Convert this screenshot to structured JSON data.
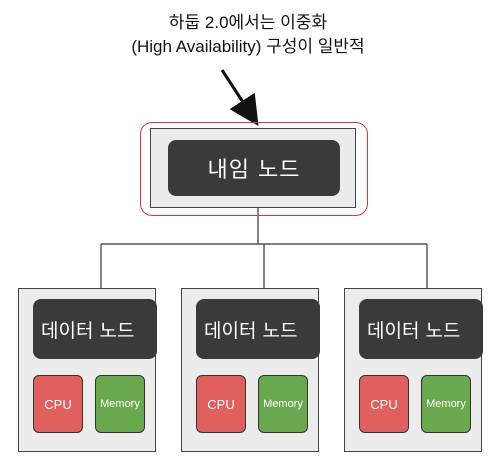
{
  "annotation": {
    "line1": "하둡 2.0에서는 이중화",
    "line2": "(High Availability) 구성이 일반적"
  },
  "name_node": {
    "label": "내임 노드"
  },
  "data_nodes": [
    {
      "label": "데이터 노드",
      "cpu": "CPU",
      "memory": "Memory"
    },
    {
      "label": "데이터 노드",
      "cpu": "CPU",
      "memory": "Memory"
    },
    {
      "label": "데이터 노드",
      "cpu": "CPU",
      "memory": "Memory"
    }
  ],
  "colors": {
    "highlight": "#e0363c",
    "node_dark": "#3a3a3a",
    "cpu": "#e06060",
    "memory": "#6aa84f"
  }
}
